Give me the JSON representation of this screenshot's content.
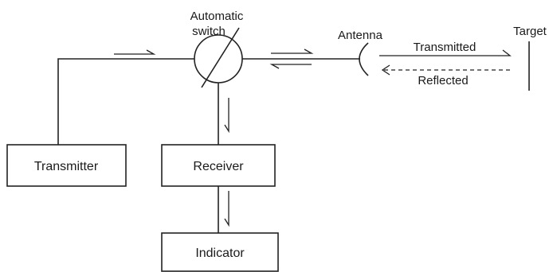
{
  "labels": {
    "switch_line1": "Automatic",
    "switch_line2": "switch",
    "antenna": "Antenna",
    "target": "Target",
    "transmitted": "Transmitted",
    "reflected": "Reflected"
  },
  "blocks": {
    "transmitter": "Transmitter",
    "receiver": "Receiver",
    "indicator": "Indicator"
  }
}
